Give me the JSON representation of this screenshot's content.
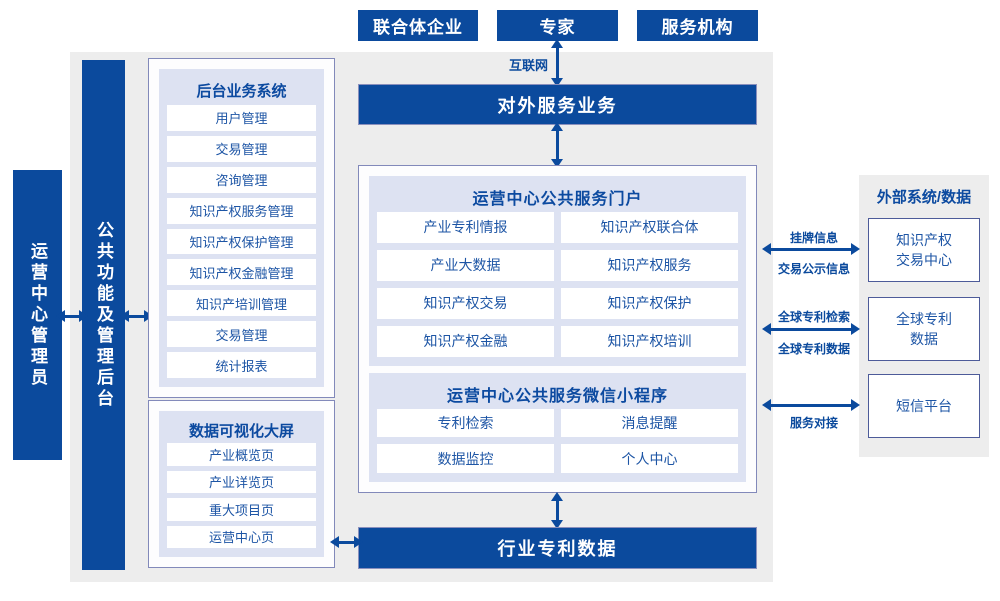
{
  "top_actors": [
    "联合体企业",
    "专家",
    "服务机构"
  ],
  "internet_label": "互联网",
  "external_service_bar": "对外服务业务",
  "left_bars": {
    "admin": "运营中心管理员",
    "common": "公共功能及管理后台"
  },
  "backend": {
    "title": "后台业务系统",
    "items": [
      "用户管理",
      "交易管理",
      "咨询管理",
      "知识产权服务管理",
      "知识产权保护管理",
      "知识产权金融管理",
      "知识产培训管理",
      "交易管理",
      "统计报表"
    ]
  },
  "dashboard": {
    "title": "数据可视化大屏",
    "items": [
      "产业概览页",
      "产业详览页",
      "重大项目页",
      "运营中心页"
    ]
  },
  "portal": {
    "title": "运营中心公共服务门户",
    "items": [
      "产业专利情报",
      "知识产权联合体",
      "产业大数据",
      "知识产权服务",
      "知识产权交易",
      "知识产权保护",
      "知识产权金融",
      "知识产权培训"
    ]
  },
  "miniapp": {
    "title": "运营中心公共服务微信小程序",
    "items": [
      "专利检索",
      "消息提醒",
      "数据监控",
      "个人中心"
    ]
  },
  "industry_bar": "行业专利数据",
  "external": {
    "title": "外部系统/数据",
    "systems": [
      "知识产权\n交易中心",
      "全球专利\n数据",
      "短信平台"
    ]
  },
  "links": [
    {
      "label_top": "挂牌信息",
      "label_bottom": "交易公示信息"
    },
    {
      "label_top": "全球专利检索",
      "label_bottom": "全球专利数据"
    },
    {
      "label_bottom": "服务对接"
    }
  ],
  "colors": {
    "primary_blue": "#0b4a9d",
    "panel_lavender": "#dde2f2",
    "border_purple": "#8289ba",
    "background_gray": "#ededed",
    "item_text_blue": "#1d55a5"
  }
}
